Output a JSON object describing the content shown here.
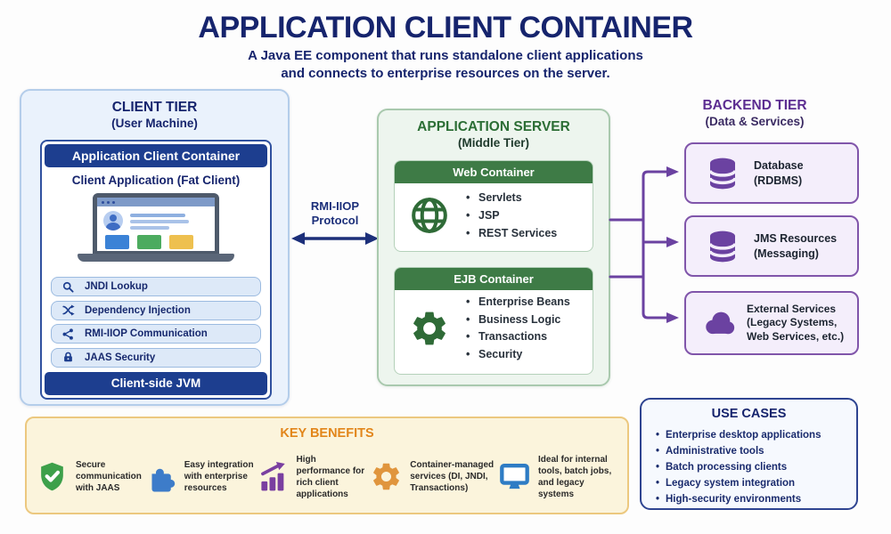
{
  "colors": {
    "navy_text": "#16246d",
    "blue_bar": "#1d3e8f",
    "green_text": "#2c6e35",
    "green_bar": "#3e7b46",
    "purple_text": "#5c2d91",
    "purple_line": "#6b42a1",
    "orange_title": "#e2861b"
  },
  "header": {
    "title": "APPLICATION CLIENT CONTAINER",
    "subtitle1": "A Java EE component that runs standalone client applications",
    "subtitle2": "and connects to enterprise resources on the server."
  },
  "client_tier": {
    "title": "CLIENT TIER",
    "subtitle": "(User Machine)",
    "container_title": "Application Client Container",
    "app_label": "Client Application (Fat Client)",
    "services": [
      {
        "icon": "search-icon",
        "label": "JNDI Lookup"
      },
      {
        "icon": "shuffle-icon",
        "label": "Dependency Injection"
      },
      {
        "icon": "share-icon",
        "label": "RMI-IIOP Communication"
      },
      {
        "icon": "lock-icon",
        "label": "JAAS Security"
      }
    ],
    "footer": "Client-side JVM"
  },
  "protocol": {
    "line1": "RMI-IIOP",
    "line2": "Protocol"
  },
  "app_server": {
    "title": "APPLICATION SERVER",
    "subtitle": "(Middle Tier)",
    "containers": [
      {
        "title": "Web Container",
        "icon": "globe-icon",
        "items": [
          "Servlets",
          "JSP",
          "REST Services"
        ]
      },
      {
        "title": "EJB Container",
        "icon": "gear-icon",
        "items": [
          "Enterprise Beans",
          "Business Logic",
          "Transactions",
          "Security"
        ]
      }
    ]
  },
  "backend_tier": {
    "title": "BACKEND TIER",
    "subtitle": "(Data & Services)",
    "resources": [
      {
        "icon": "database-icon",
        "lines": [
          "Database",
          "(RDBMS)"
        ]
      },
      {
        "icon": "database-icon",
        "lines": [
          "JMS Resources",
          "(Messaging)"
        ]
      },
      {
        "icon": "cloud-icon",
        "lines": [
          "External Services",
          "(Legacy Systems,",
          "Web Services, etc.)"
        ]
      }
    ]
  },
  "key_benefits": {
    "title": "KEY BENEFITS",
    "items": [
      {
        "icon": "shield-check-icon",
        "text": "Secure communication with JAAS"
      },
      {
        "icon": "puzzle-icon",
        "text": "Easy integration with enterprise resources"
      },
      {
        "icon": "chart-up-icon",
        "text": "High performance for rich client applications"
      },
      {
        "icon": "gear-icon",
        "text": "Container-managed services (DI, JNDI, Transactions)"
      },
      {
        "icon": "monitor-icon",
        "text": "Ideal for internal tools, batch jobs, and legacy systems"
      }
    ]
  },
  "use_cases": {
    "title": "USE CASES",
    "items": [
      "Enterprise desktop applications",
      "Administrative tools",
      "Batch processing clients",
      "Legacy system integration",
      "High-security environments"
    ]
  }
}
